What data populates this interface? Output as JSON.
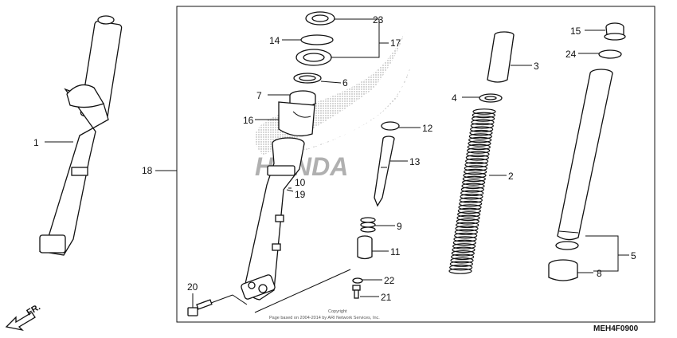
{
  "diagram": {
    "callouts": [
      "1",
      "2",
      "3",
      "4",
      "5",
      "6",
      "7",
      "8",
      "9",
      "10",
      "11",
      "12",
      "13",
      "14",
      "15",
      "16",
      "17",
      "18",
      "19",
      "20",
      "21",
      "22",
      "23",
      "24"
    ],
    "copyright_line1": "Copyright",
    "copyright_line2": "Page based on 2004-2014 by ARI Network Services, Inc.",
    "diagram_code": "MEH4F0900",
    "direction_label": "FR.",
    "logo_text": "HONDA"
  },
  "colors": {
    "line": "#111111",
    "watermark": "#9a9a9a"
  }
}
